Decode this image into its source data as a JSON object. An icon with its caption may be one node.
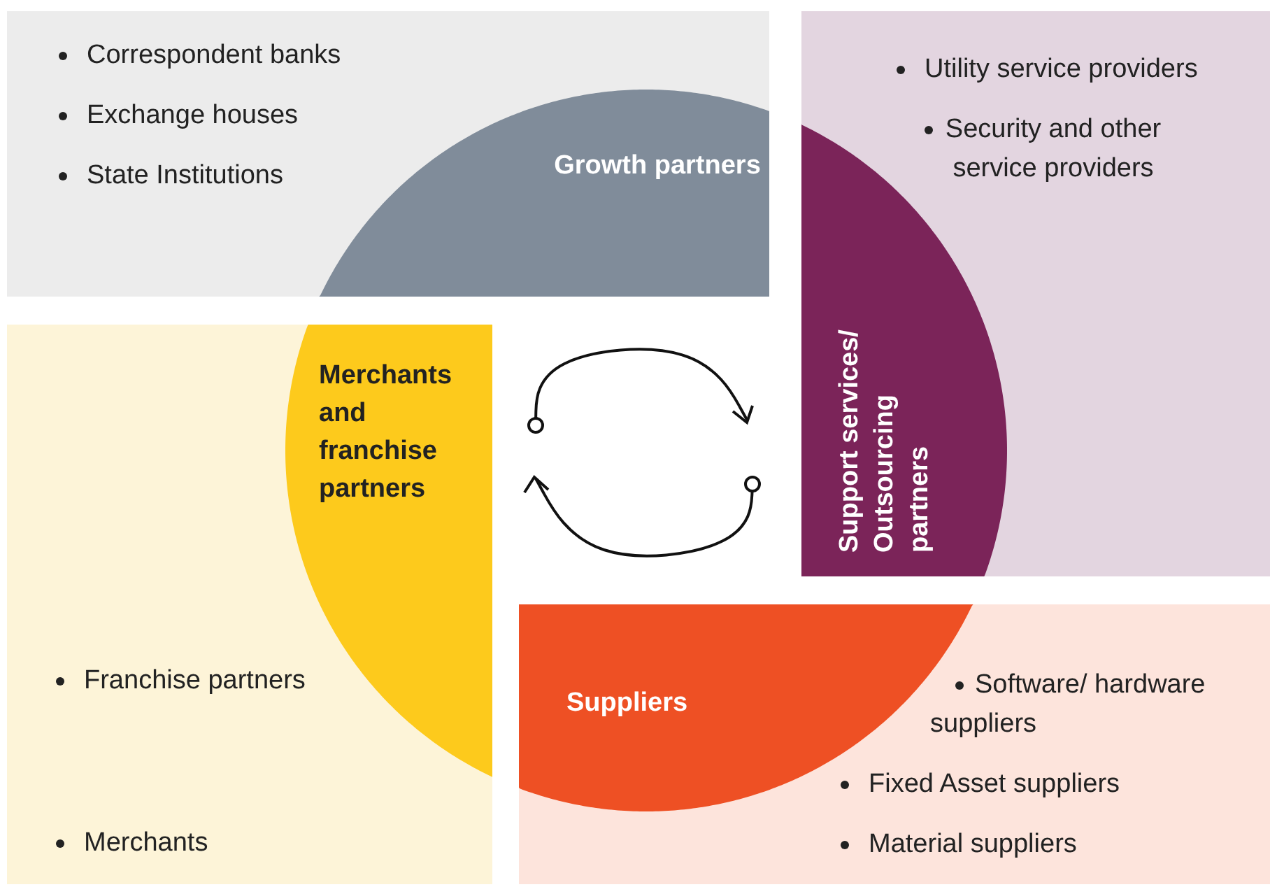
{
  "diagram": {
    "nodes": [
      {
        "text": [
          "Correspondent banks",
          "Exchange houses",
          "State Institutions"
        ]
      },
      {
        "text": [
          "Growth partners"
        ],
        "in": 0
      },
      {
        "text": [
          "Utility service providers",
          "Security and other service providers"
        ]
      },
      {
        "text": [
          "Support services/ Outsourcing partners"
        ],
        "in": 2
      },
      {
        "text": [
          "Franchise partners",
          "Merchants"
        ]
      },
      {
        "text": [
          "Merchants and franchise partners"
        ],
        "in": 4
      },
      {
        "text": [
          "Software/ hardware suppliers",
          "Fixed Asset suppliers",
          "Material suppliers"
        ]
      },
      {
        "text": [
          "Suppliers"
        ],
        "in": 6
      }
    ]
  }
}
